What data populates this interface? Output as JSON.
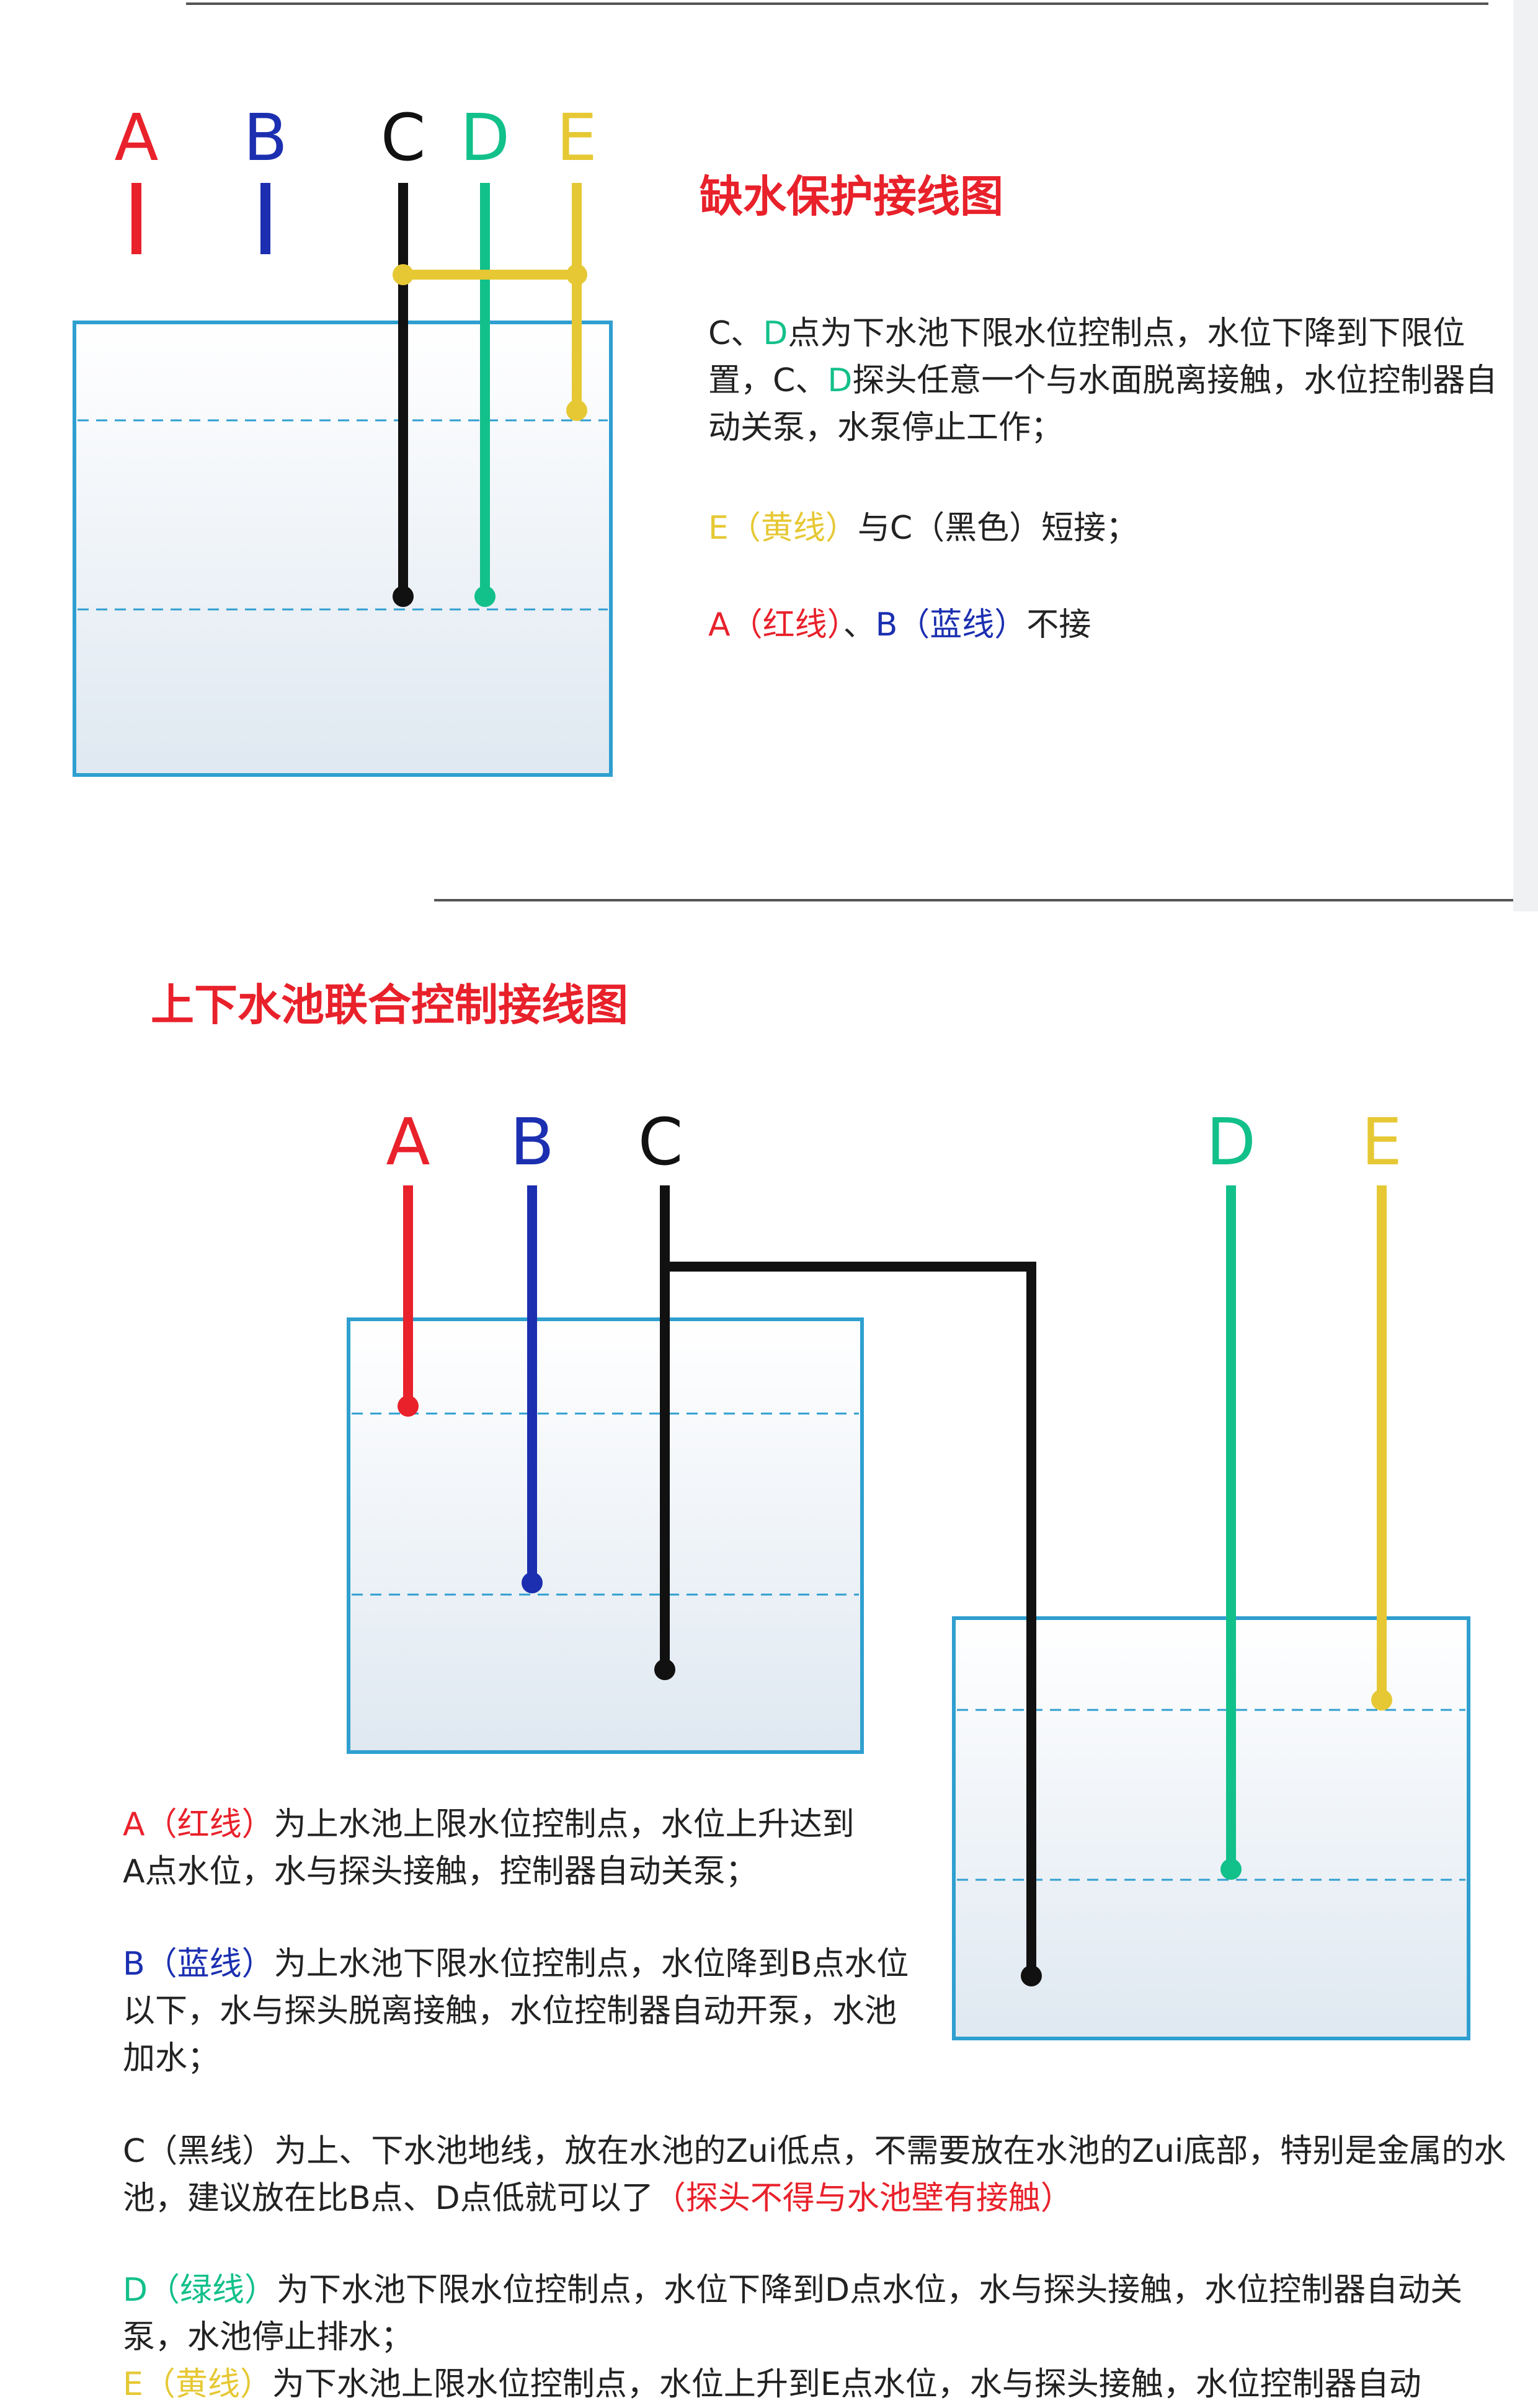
{
  "colors": {
    "red": "#e8212b",
    "blue": "#1b2fb0",
    "black": "#111111",
    "green": "#12c08a",
    "yellow": "#e6c834",
    "tank_border": "#2f9fd0"
  },
  "section1": {
    "title": "缺水保护接线图",
    "labels": {
      "A": "A",
      "B": "B",
      "C": "C",
      "D": "D",
      "E": "E"
    },
    "desc": {
      "p1_c": "C",
      "p1_sep": "、",
      "p1_d": "D",
      "p1_text1": "点为下水池下限水位控制点，水位下降到下限位置，",
      "p1_c2": "C",
      "p1_sep2": "、",
      "p1_d2": "D",
      "p1_text2": "探头任意一个与水面脱离接触，水位控制器自动关泵，水泵停止工作；",
      "p2_e": "E（黄线）",
      "p2_text": "与C（黑色）短接；",
      "p3_a": "A（红线）",
      "p3_sep": "、",
      "p3_b": "B（蓝线）",
      "p3_text": "不接"
    }
  },
  "section2": {
    "title": "上下水池联合控制接线图",
    "labels": {
      "A": "A",
      "B": "B",
      "C": "C",
      "D": "D",
      "E": "E"
    },
    "desc": {
      "a_label": "A（红线）",
      "a_text": "为上水池上限水位控制点，水位上升达到A点水位，水与探头接触，控制器自动关泵；",
      "b_label": "B（蓝线）",
      "b_text": "为上水池下限水位控制点，水位降到B点水位以下，水与探头脱离接触，水位控制器自动开泵，水池加水；",
      "c_label": "C（黑线）",
      "c_text": "为上、下水池地线，放在水池的Zui低点，不需要放在水池的Zui底部，特别是金属的水池，建议放在比B点、D点低就可以了",
      "c_warn": "（探头不得与水池壁有接触）",
      "d_label": "D（绿线）",
      "d_text": "为下水池下限水位控制点，水位下降到D点水位，水与探头接触，水位控制器自动关泵，水池停止排水；",
      "e_label": "E（黄线）",
      "e_text": "为下水池上限水位控制点，水位上升到E点水位，水与探头接触，水位控制器自动"
    }
  }
}
